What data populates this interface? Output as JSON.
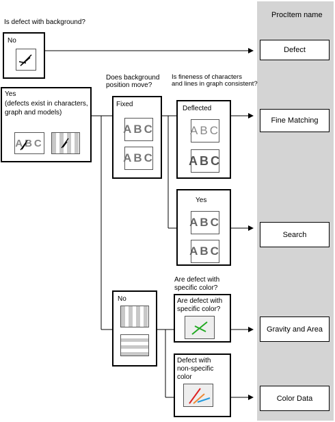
{
  "header": {
    "question": "Is defect with background?",
    "column_title": "ProcItem name"
  },
  "left": {
    "no_label": "No",
    "yes_label": "Yes",
    "yes_note_1": "(defects exist in characters,",
    "yes_note_2": "graph and models)"
  },
  "position": {
    "question_1": "Does background",
    "question_2": "position move?",
    "fixed_label": "Fixed",
    "no_label": "No"
  },
  "fineness": {
    "question_1": "Is fineness of characters",
    "question_2": "and lines in graph consistent?",
    "deflected_label": "Deflected",
    "yes_label": "Yes"
  },
  "color": {
    "question_outer_1": "Are defect with",
    "question_outer_2": "specific color?",
    "question_inner_1": "Are defect with",
    "question_inner_2": "specific color?",
    "nonspecific_1": "Defect with",
    "nonspecific_2": "non-specific",
    "nonspecific_3": "color"
  },
  "sample_text": "ABC",
  "sample_text_broken": "A B",
  "targets": {
    "defect": "Defect",
    "fine_matching": "Fine Matching",
    "search": "Search",
    "gravity_area": "Gravity and Area",
    "color_data": "Color Data"
  }
}
